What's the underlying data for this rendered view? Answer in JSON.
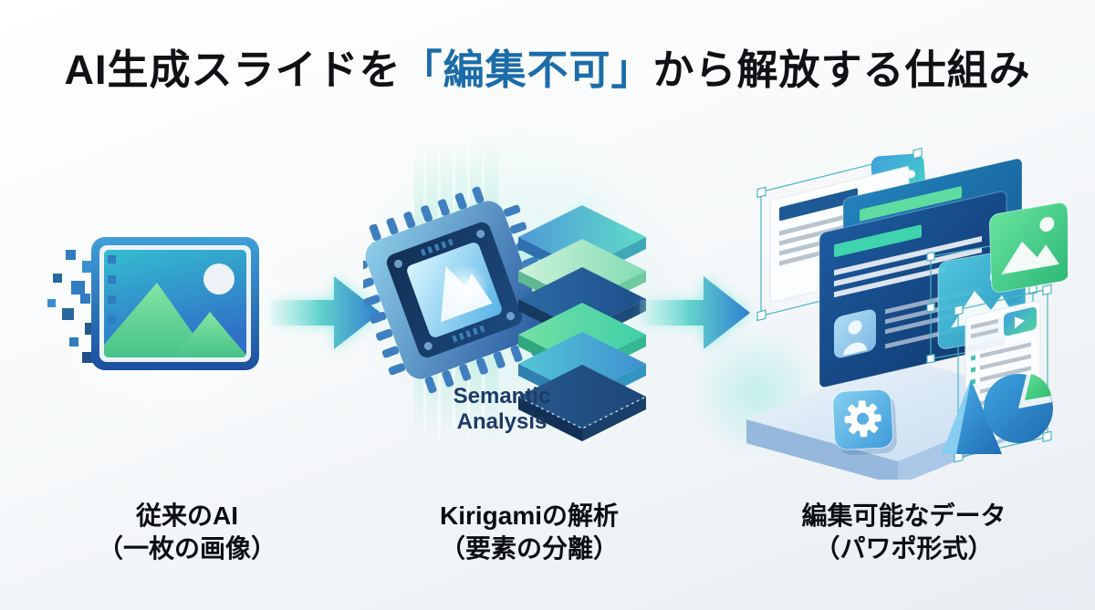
{
  "title": {
    "prefix": "AI生成スライドを",
    "highlight": "「編集不可」",
    "suffix": "から解放する仕組み"
  },
  "stages": [
    {
      "id": "traditional-ai",
      "icon": "pixelated-image-icon",
      "label_line1": "従来のAI",
      "label_line2": "（一枚の画像）"
    },
    {
      "id": "kirigami-analysis",
      "icon": "cpu-chip-and-layers-icon",
      "caption_line1": "Semantic",
      "caption_line2": "Analysis",
      "label_line1": "Kirigamiの解析",
      "label_line2": "（要素の分離）"
    },
    {
      "id": "editable-data",
      "icon": "editable-slides-illustration",
      "label_line1": "編集可能なデータ",
      "label_line2": "（パワポ形式）"
    }
  ],
  "arrows": [
    {
      "icon": "arrow-right-icon"
    },
    {
      "icon": "arrow-right-icon"
    }
  ],
  "colors": {
    "title_text": "#0f1114",
    "title_highlight": "#1b6ca8",
    "caption_text": "#1e3a66",
    "label_text": "#0c0e11",
    "arrow_teal": "#63d2cc",
    "arrow_blue": "#2f7fd0",
    "background_start": "#ffffff",
    "background_end": "#e9eef3"
  }
}
